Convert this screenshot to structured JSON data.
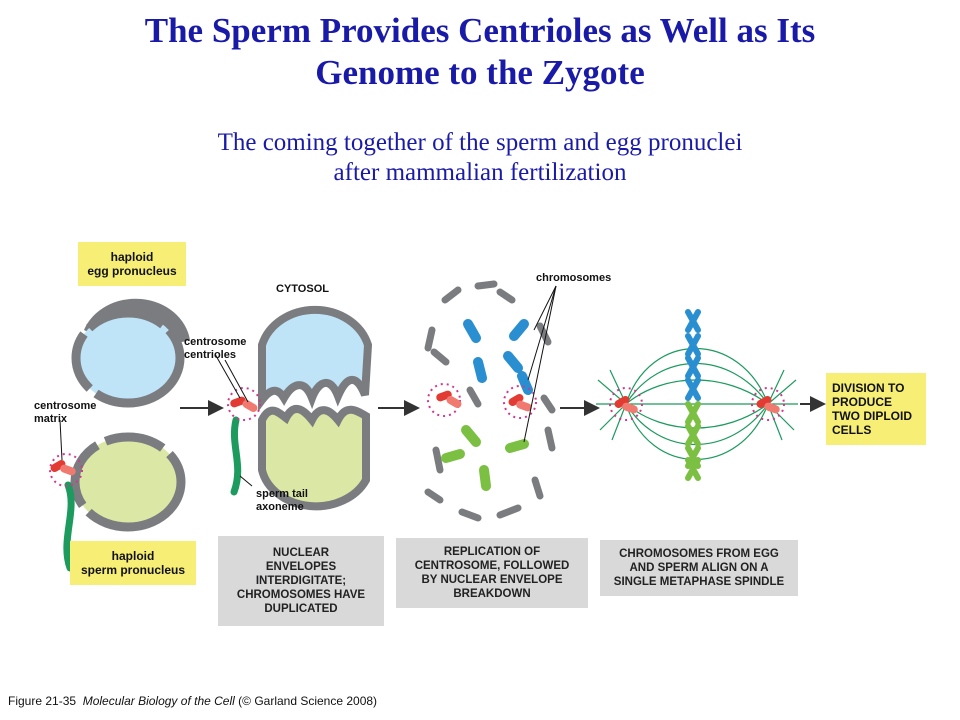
{
  "title_line1": "The Sperm Provides Centrioles as Well as Its",
  "title_line2": "Genome to the Zygote",
  "subtitle_line1": "The coming together of the sperm and egg pronuclei",
  "subtitle_line2": "after mammalian fertilization",
  "labels": {
    "egg_box_line1": "haploid",
    "egg_box_line2": "egg pronucleus",
    "sperm_box_line1": "haploid",
    "sperm_box_line2": "sperm pronucleus",
    "centrosome_matrix_line1": "centrosome",
    "centrosome_matrix_line2": "matrix",
    "cytosol": "CYTOSOL",
    "centrosome_line1": "centrosome",
    "centrosome_line2": "centrioles",
    "sperm_tail_line1": "sperm tail",
    "sperm_tail_line2": "axoneme",
    "chromosomes": "chromosomes",
    "division_line1": "DIVISION TO",
    "division_line2": "PRODUCE",
    "division_line3": "TWO DIPLOID",
    "division_line4": "CELLS"
  },
  "steps": [
    {
      "line1": "NUCLEAR",
      "line2": "ENVELOPES",
      "line3": "INTERDIGITATE;",
      "line4": "CHROMOSOMES HAVE",
      "line5": "DUPLICATED"
    },
    {
      "line1": "REPLICATION OF",
      "line2": "CENTROSOME, FOLLOWED",
      "line3": "BY NUCLEAR ENVELOPE",
      "line4": "BREAKDOWN"
    },
    {
      "line1": "CHROMOSOMES FROM EGG",
      "line2": "AND SPERM ALIGN ON A",
      "line3": "SINGLE METAPHASE SPINDLE"
    }
  ],
  "caption": {
    "figure": "Figure 21-35",
    "book": "Molecular Biology of the Cell",
    "copyright": "(© Garland Science 2008)"
  },
  "colors": {
    "title": "#1a1aa8",
    "egg_nucleus": "#bfe3f7",
    "sperm_nucleus": "#dbe7a4",
    "envelope": "#7a7c80",
    "tail": "#1d9a5e",
    "centriole": "#e23b33",
    "blue_chromosome": "#2a8fd0",
    "green_chromosome": "#7cc043",
    "label_box": "#f7ee76",
    "step_box": "#d9d9da"
  }
}
